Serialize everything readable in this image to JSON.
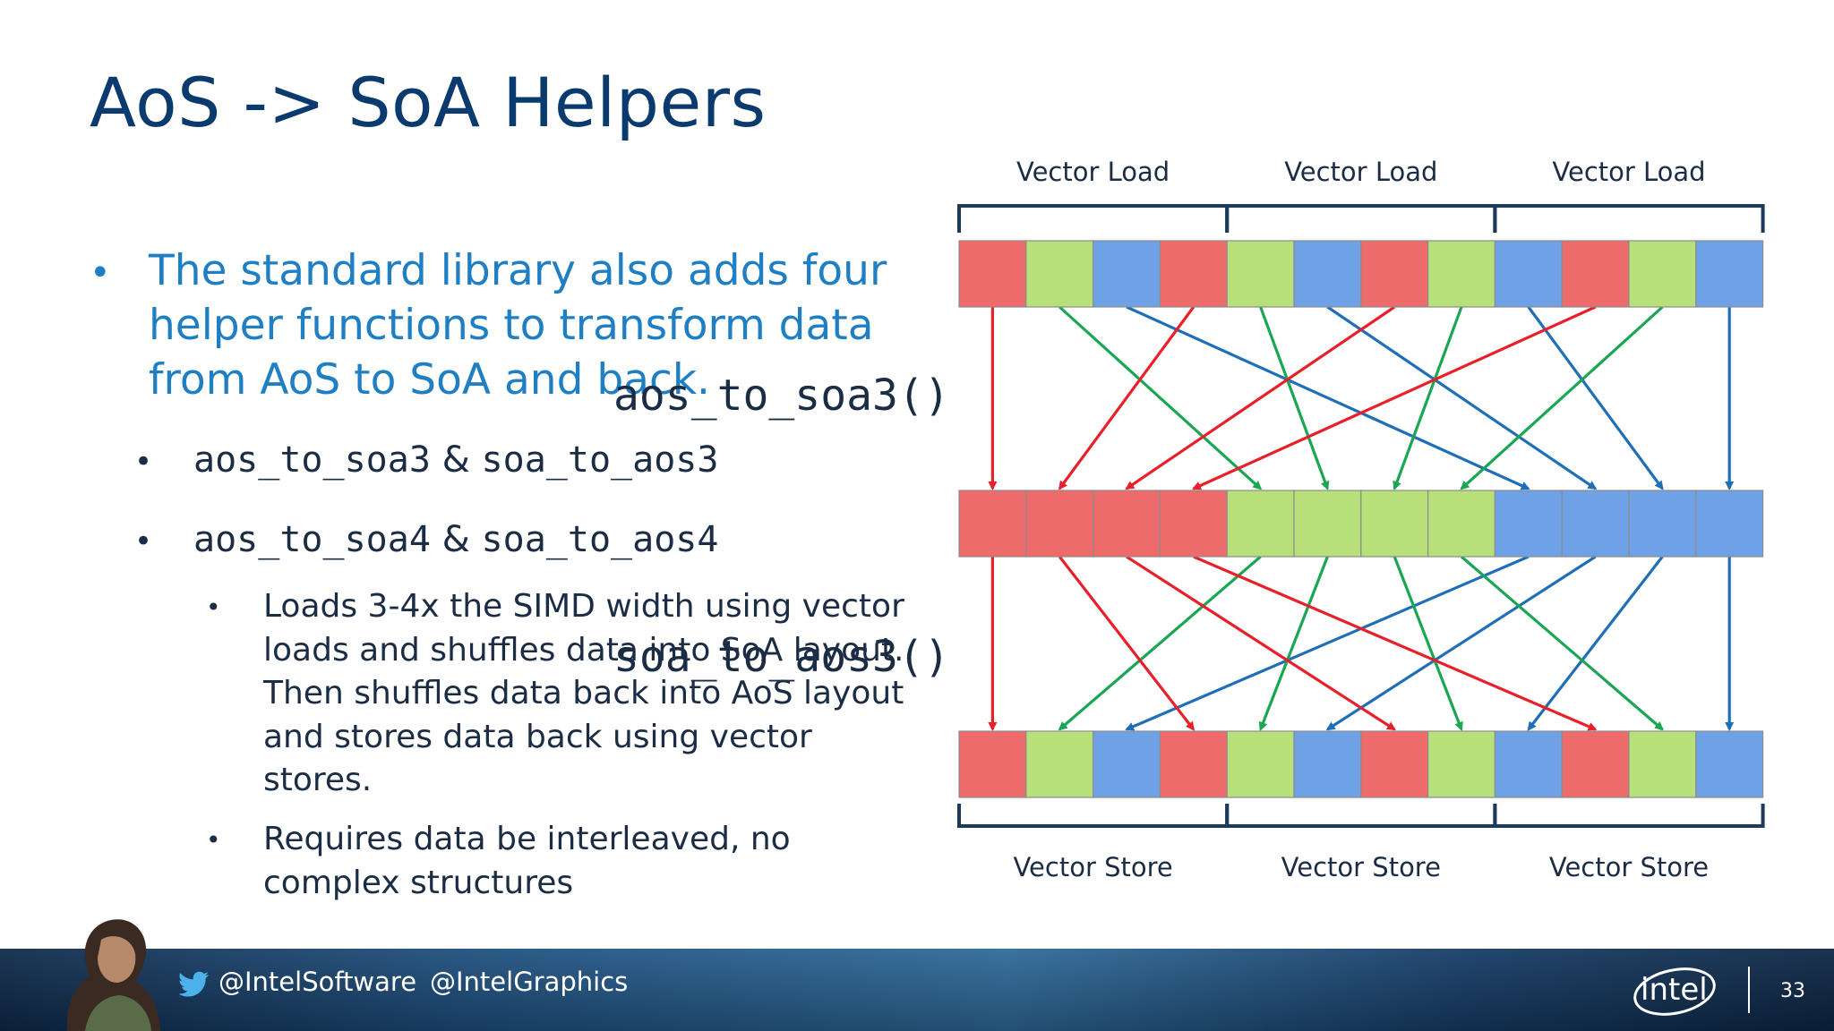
{
  "slide": {
    "title": "AoS -> SoA Helpers",
    "page_number": "33"
  },
  "bullets": {
    "main": "The standard library also adds four helper functions to transform data from AoS to SoA and back.",
    "sub1_a": "aos_to_soa3",
    "sub1_amp": " & ",
    "sub1_b": "soa_to_aos3",
    "sub2_a": "aos_to_soa4",
    "sub2_amp": " & ",
    "sub2_b": "soa_to_aos4",
    "detail1": "Loads 3-4x the SIMD width using vector loads and shuffles data into SoA layout.  Then shuffles data back into AoS layout and stores data back using vector stores.",
    "detail2": "Requires data be interleaved, no complex structures",
    "glyph": "•"
  },
  "diagram": {
    "load_labels": [
      "Vector Load",
      "Vector Load",
      "Vector Load"
    ],
    "store_labels": [
      "Vector Store",
      "Vector Store",
      "Vector Store"
    ],
    "function_top": "aos_to_soa3()",
    "function_bottom": "soa_to_aos3()",
    "row_top": [
      "r",
      "g",
      "b",
      "r",
      "g",
      "b",
      "r",
      "g",
      "b",
      "r",
      "g",
      "b"
    ],
    "row_middle": [
      "r",
      "r",
      "r",
      "r",
      "g",
      "g",
      "g",
      "g",
      "b",
      "b",
      "b",
      "b"
    ],
    "row_bottom": [
      "r",
      "g",
      "b",
      "r",
      "g",
      "b",
      "r",
      "g",
      "b",
      "r",
      "g",
      "b"
    ],
    "colors": {
      "r": "#ee6b6b",
      "g": "#b8e07a",
      "b": "#6ea1e6",
      "arrow_r": "#e8202a",
      "arrow_g": "#1aa652",
      "arrow_b": "#1f6fb8",
      "bracket": "#1b3a5c"
    }
  },
  "footer": {
    "handle1": "@IntelSoftware",
    "handle2": "@IntelGraphics",
    "logo": "intel",
    "twitter_icon": "twitter-bird-icon"
  }
}
